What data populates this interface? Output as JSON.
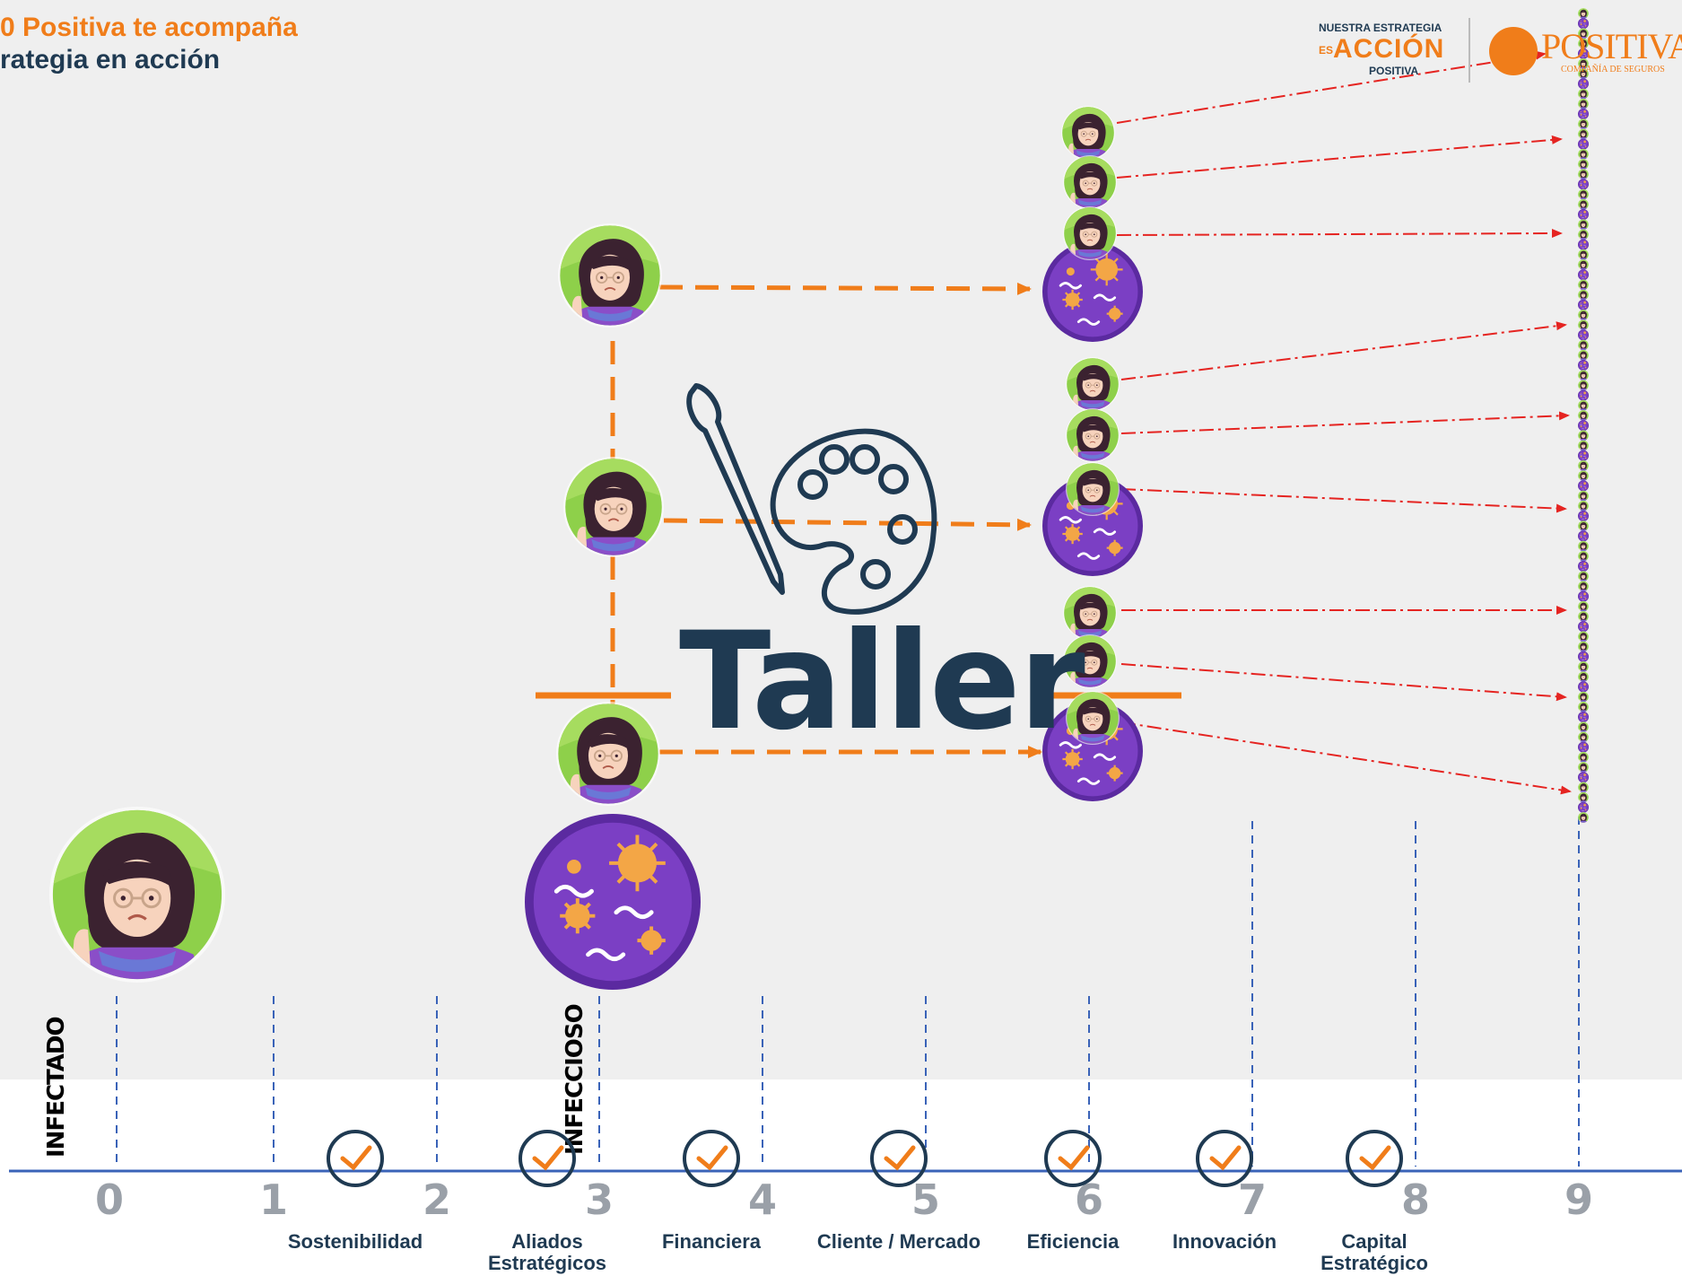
{
  "header": {
    "line1": "0 Positiva te acompaña",
    "line2": "rategia en acción"
  },
  "logo": {
    "tag_small": "NUESTRA ESTRATEGIA",
    "tag_es": "ES",
    "tag_big": "ACCIÓN",
    "tag_sub": "POSITIVA",
    "brand": "POSITIVA",
    "brand_sub": "COMPAÑÍA DE SEGUROS"
  },
  "center": {
    "title": "Taller"
  },
  "status_labels": {
    "infected": "INFECTADO",
    "infectious": "INFECCIOSO"
  },
  "axis": {
    "ticks": [
      "0",
      "1",
      "2",
      "3",
      "4",
      "5",
      "6",
      "7",
      "8",
      "9"
    ]
  },
  "pillars": [
    {
      "label": "Sostenibilidad",
      "icon": "globe-plant-icon"
    },
    {
      "label": "Aliados\nEstratégicos",
      "icon": "handshake-hands-icon"
    },
    {
      "label": "Financiera",
      "icon": "growth-bars-icon"
    },
    {
      "label": "Cliente / Mercado",
      "icon": "customer-service-icon"
    },
    {
      "label": "Eficiencia",
      "icon": "speedometer-icon"
    },
    {
      "label": "Innovación",
      "icon": "rocket-brain-icon"
    },
    {
      "label": "Capital\nEstratégico",
      "icon": "atom-people-icon"
    }
  ],
  "colors": {
    "orange": "#f07d1a",
    "navy": "#1f3a52",
    "red_arrow": "#e52421",
    "virus_purple": "#7b3fc4",
    "avatar_green": "#8ed04a",
    "axis_blue": "#3a63b8"
  }
}
